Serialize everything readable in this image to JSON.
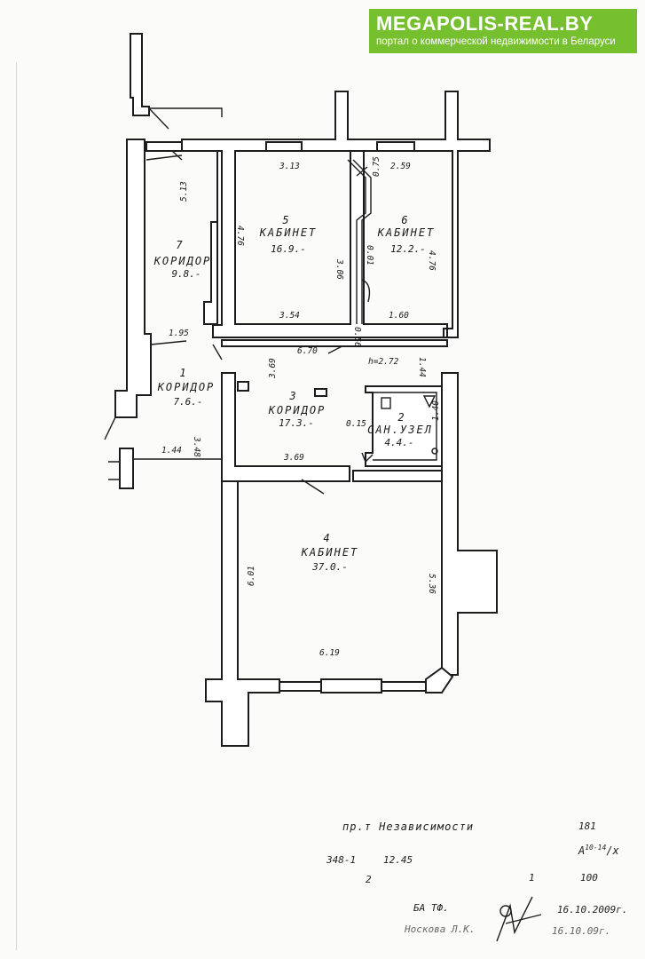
{
  "banner": {
    "site": "MEGAPOLIS-REAL.BY",
    "tagline": "портал о коммерческой недвижимости в Беларуси",
    "color": "#76bf2f"
  },
  "rooms": [
    {
      "num": "7",
      "name": "КОРИДОР",
      "area": "9.8.-"
    },
    {
      "num": "5",
      "name": "КАБИНЕТ",
      "area": "16.9.-"
    },
    {
      "num": "6",
      "name": "КАБИНЕТ",
      "area": "12.2.-"
    },
    {
      "num": "1",
      "name": "КОРИДОР",
      "area": "7.6.-"
    },
    {
      "num": "3",
      "name": "КОРИДОР",
      "area": "17.3.-"
    },
    {
      "num": "2",
      "name": "САН.УЗЕЛ",
      "area": "4.4.-"
    },
    {
      "num": "4",
      "name": "КАБИНЕТ",
      "area": "37.0.-"
    }
  ],
  "dims": {
    "d513": "5.13",
    "d313": "3.13",
    "d259": "2.59",
    "d075": "0.75",
    "d476": "4.76",
    "d306": "3.06",
    "d001": "0.01",
    "d476b": "4.76",
    "d354": "3.54",
    "d160": "1.60",
    "d056": "0.56",
    "d195": "1.95",
    "d670": "6.70",
    "dh": "h=2.72",
    "d144": "1.44",
    "d369a": "3.69",
    "d140": "1.40",
    "d015": "0.15",
    "d144b": "1.44",
    "d348": "3.48",
    "d369": "3.69",
    "d601": "6.01",
    "d536": "5.36",
    "d619": "6.19"
  },
  "stamp": {
    "address": "пр.т Независимости",
    "n181": "181",
    "letter": "А",
    "sup": "10-14",
    "suffix": "/х",
    "inv": "348-1",
    "code": "12.45",
    "two": "2",
    "one": "1",
    "scale": "100",
    "bta": "БА ТФ.",
    "date1": "16.10.2009г.",
    "person": "Носкова Л.К.",
    "date2": "16.10.09г."
  }
}
